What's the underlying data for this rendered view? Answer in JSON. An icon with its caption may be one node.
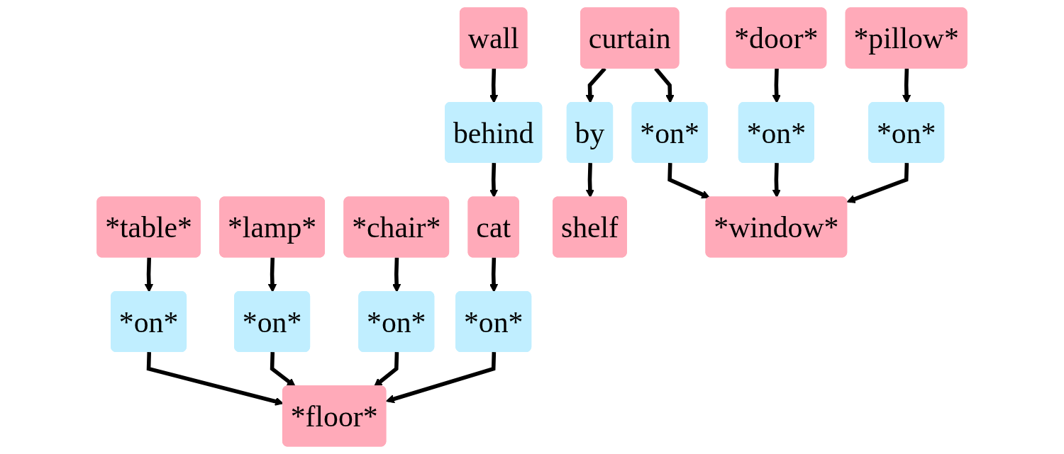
{
  "diagram": {
    "nodes": [
      {
        "text": [
          "wall"
        ]
      },
      {
        "text": [
          "curtain"
        ]
      },
      {
        "text": [
          "*door*"
        ]
      },
      {
        "text": [
          "*pillow*"
        ]
      },
      {
        "text": [
          "behind"
        ]
      },
      {
        "text": [
          "by"
        ]
      },
      {
        "text": [
          "*on*"
        ]
      },
      {
        "text": [
          "*on*"
        ]
      },
      {
        "text": [
          "*on*"
        ]
      },
      {
        "text": [
          "*table*"
        ]
      },
      {
        "text": [
          "*lamp*"
        ]
      },
      {
        "text": [
          "*chair*"
        ]
      },
      {
        "text": [
          "cat"
        ]
      },
      {
        "text": [
          "shelf"
        ]
      },
      {
        "text": [
          "*window*"
        ]
      },
      {
        "text": [
          "*on*"
        ]
      },
      {
        "text": [
          "*on*"
        ]
      },
      {
        "text": [
          "*on*"
        ]
      },
      {
        "text": [
          "*on*"
        ]
      },
      {
        "text": [
          "*floor*"
        ]
      }
    ],
    "edges": [
      {
        "from": 0,
        "to": 4,
        "arrow": "to"
      },
      {
        "from": 1,
        "to": 5,
        "arrow": "to"
      },
      {
        "from": 1,
        "to": 6,
        "arrow": "to"
      },
      {
        "from": 2,
        "to": 7,
        "arrow": "to"
      },
      {
        "from": 3,
        "to": 8,
        "arrow": "to"
      },
      {
        "from": 4,
        "to": 12,
        "arrow": "to"
      },
      {
        "from": 5,
        "to": 13,
        "arrow": "to"
      },
      {
        "from": 6,
        "to": 14,
        "arrow": "to"
      },
      {
        "from": 7,
        "to": 14,
        "arrow": "to"
      },
      {
        "from": 8,
        "to": 14,
        "arrow": "to"
      },
      {
        "from": 9,
        "to": 15,
        "arrow": "to"
      },
      {
        "from": 10,
        "to": 16,
        "arrow": "to"
      },
      {
        "from": 11,
        "to": 17,
        "arrow": "to"
      },
      {
        "from": 12,
        "to": 18,
        "arrow": "to"
      },
      {
        "from": 15,
        "to": 19,
        "arrow": "to"
      },
      {
        "from": 16,
        "to": 19,
        "arrow": "to"
      },
      {
        "from": 17,
        "to": 19,
        "arrow": "to"
      },
      {
        "from": 18,
        "to": 19,
        "arrow": "to"
      }
    ]
  }
}
